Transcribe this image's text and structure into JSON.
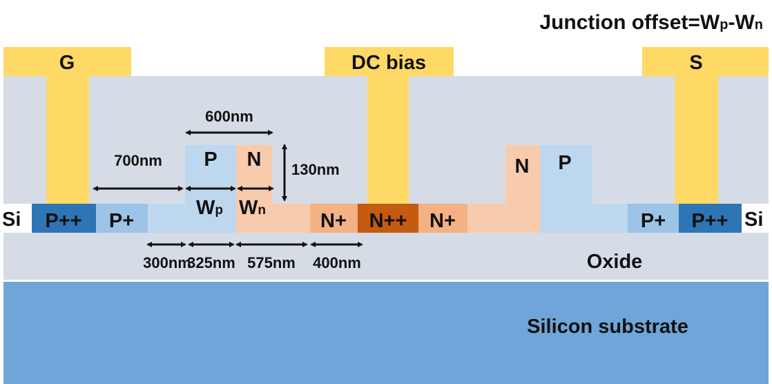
{
  "title": {
    "main": "Junction offset=W",
    "p": "p",
    "dash": "-W",
    "n": "n"
  },
  "contacts": {
    "gate": "G",
    "bias": "DC bias",
    "source": "S"
  },
  "regions": {
    "si_left": "Si",
    "si_right": "Si",
    "ppp_left": "P++",
    "pp_left": "P+",
    "p_top": "P",
    "n_top": "N",
    "np1": "N+",
    "npp": "N++",
    "np2": "N+",
    "n_right": "N",
    "p_right": "P",
    "pp_right": "P+",
    "ppp_right": "P++",
    "oxide": "Oxide",
    "substrate": "Silicon substrate"
  },
  "dimensions": {
    "d600": "600nm",
    "d700": "700nm",
    "d130": "130nm",
    "wp": "W",
    "wp_sub": "p",
    "wn": "W",
    "wn_sub": "n",
    "d300": "300nm",
    "d325": "325nm",
    "d575": "575nm",
    "d400": "400nm"
  },
  "colors": {
    "oxide": "#d6dce5",
    "substrate": "#6fa5d9",
    "metal": "#ffd966",
    "ppp": "#2e75b6",
    "pp": "#9dc3e6",
    "p": "#bdd7ee",
    "n": "#f8cbad",
    "np": "#f4b183",
    "npp": "#c55a11"
  }
}
